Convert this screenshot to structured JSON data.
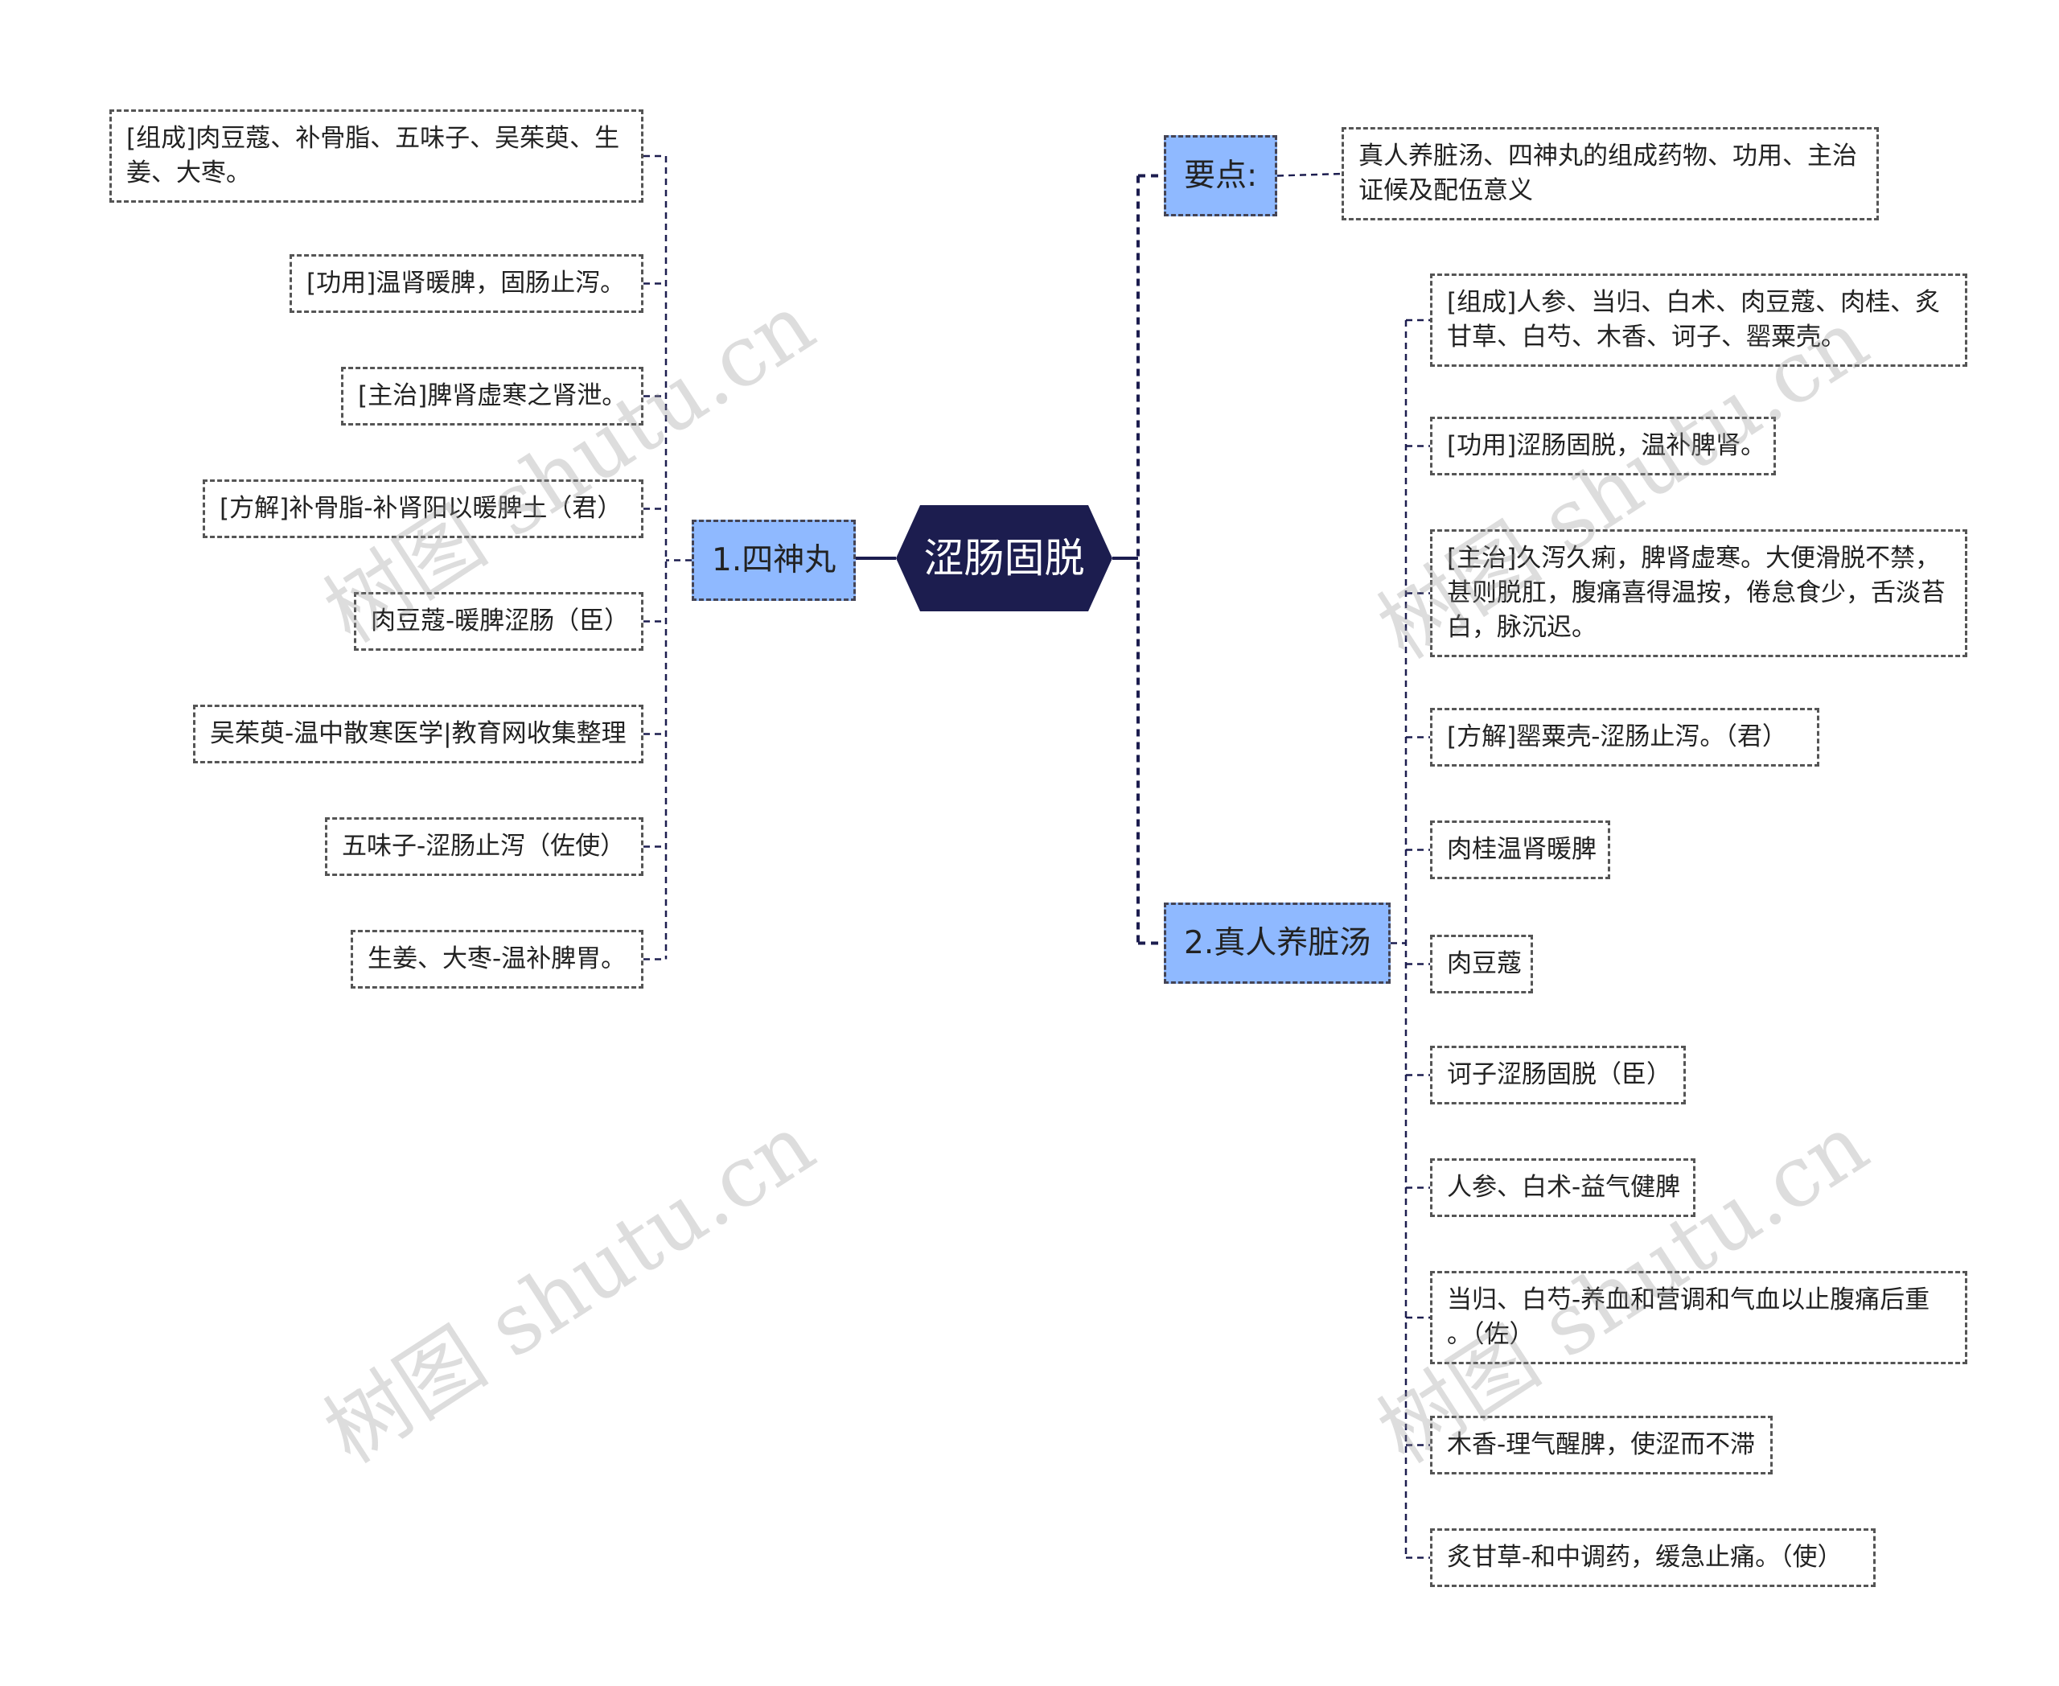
{
  "root": "涩肠固脱",
  "left_branch": {
    "label": "1.四神丸",
    "items": [
      [
        "[组成]肉豆蔻、补骨脂、五味子、吴茱萸、生",
        "姜、大枣。"
      ],
      [
        "[功用]温肾暖脾，固肠止泻。"
      ],
      [
        "[主治]脾肾虚寒之肾泄。"
      ],
      [
        "[方解]补骨脂-补肾阳以暖脾土（君）"
      ],
      [
        "肉豆蔻-暖脾涩肠（臣）"
      ],
      [
        "吴茱萸-温中散寒医学|教育网收集整理"
      ],
      [
        "五味子-涩肠止泻（佐使）"
      ],
      [
        "生姜、大枣-温补脾胃。"
      ]
    ]
  },
  "right_key": {
    "label": "要点:",
    "items": [
      [
        "真人养脏汤、四神丸的组成药物、功用、主治",
        "证候及配伍意义"
      ]
    ]
  },
  "right_branch": {
    "label": "2.真人养脏汤",
    "items": [
      [
        "[组成]人参、当归、白术、肉豆蔻、肉桂、炙",
        "甘草、白芍、木香、诃子、罂粟壳。"
      ],
      [
        "[功用]涩肠固脱，温补脾肾。"
      ],
      [
        "[主治]久泻久痢，脾肾虚寒。大便滑脱不禁，",
        "甚则脱肛，腹痛喜得温按，倦怠食少，舌淡苔",
        "白，脉沉迟。"
      ],
      [
        "[方解]罂粟壳-涩肠止泻。（君）"
      ],
      [
        "肉桂温肾暖脾"
      ],
      [
        "肉豆蔻"
      ],
      [
        "诃子涩肠固脱（臣）"
      ],
      [
        "人参、白术-益气健脾"
      ],
      [
        "当归、白芍-养血和营调和气血以止腹痛后重",
        "。（佐）"
      ],
      [
        "木香-理气醒脾，使涩而不滞"
      ],
      [
        "炙甘草-和中调药，缓急止痛。（使）"
      ]
    ]
  },
  "watermarks": [
    "树图 shutu.cn",
    "树图 shutu.cn",
    "树图 shutu.cn",
    "树图 shutu.cn"
  ],
  "colors": {
    "root_fill": "#1c1d4f",
    "branch_fill": "#8fb9ff",
    "line": "#1c1d4f",
    "leaf_border": "#555555"
  }
}
